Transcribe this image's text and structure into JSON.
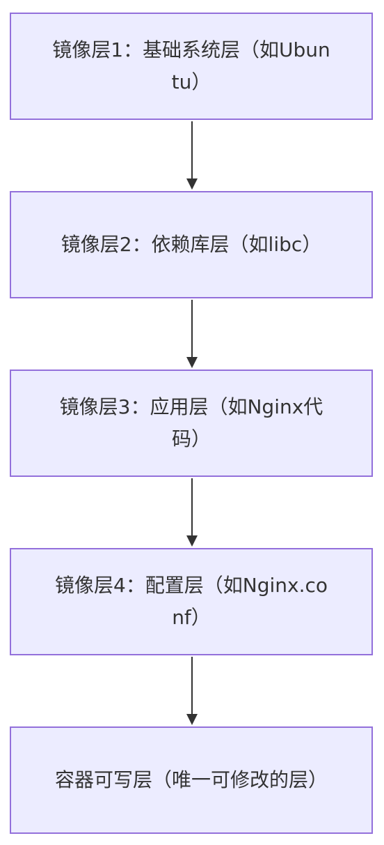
{
  "diagram": {
    "nodes": [
      {
        "label": "镜像层1：基础系统层（如Ubuntu）"
      },
      {
        "label": "镜像层2：依赖库层（如libc）"
      },
      {
        "label": "镜像层3：应用层（如Nginx代码）"
      },
      {
        "label": "镜像层4：配置层（如Nginx.conf）"
      },
      {
        "label": "容器可写层（唯一可修改的层）"
      }
    ],
    "colors": {
      "node_fill": "#ECECFF",
      "node_border": "#9370DB",
      "text": "#333333",
      "edge": "#333333"
    }
  }
}
